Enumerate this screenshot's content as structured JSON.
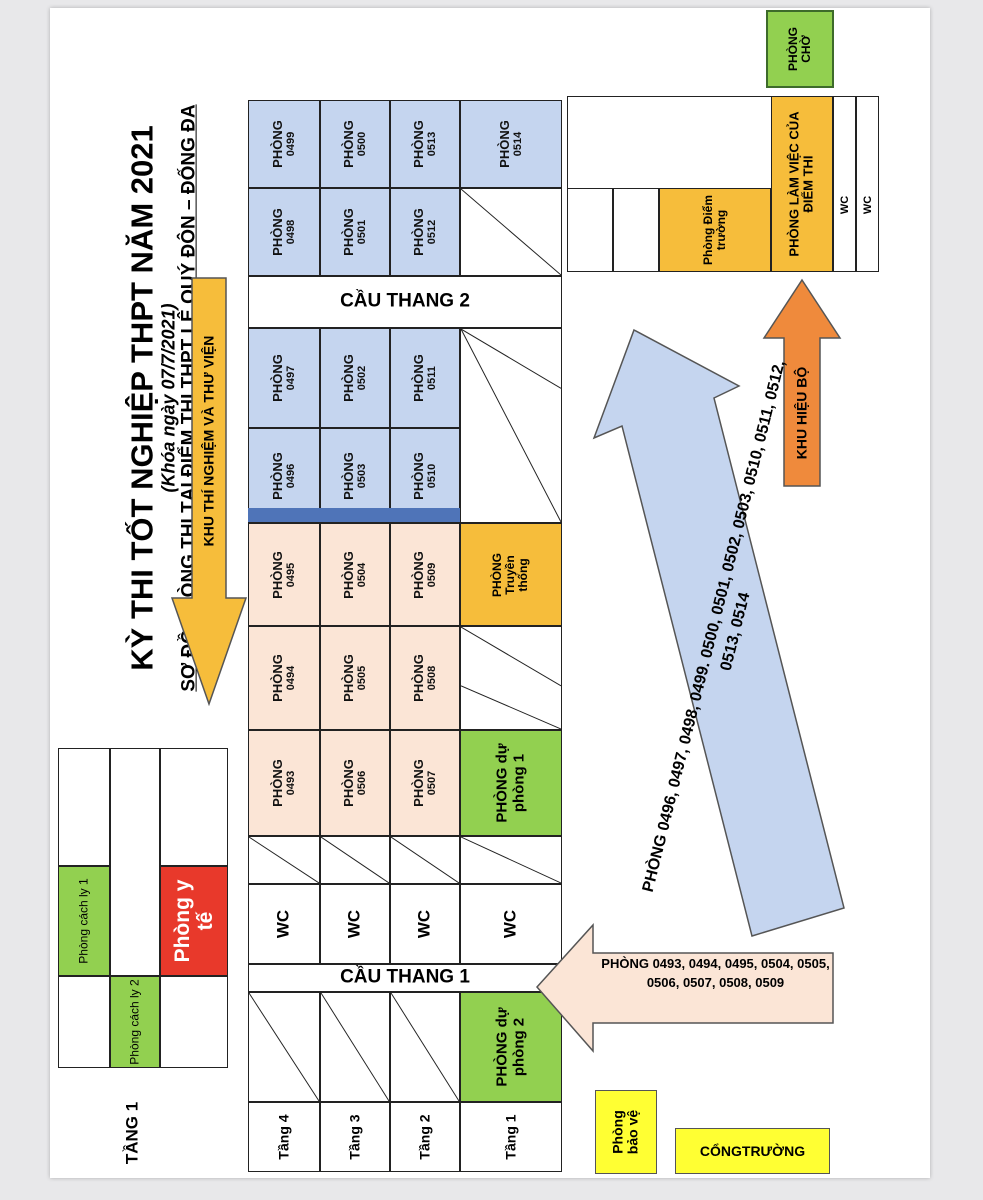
{
  "title": "KỲ THI TỐT NGHIỆP THPT NĂM 2021",
  "subtitle": "(Khóa ngày 07/7/2021)",
  "heading": "SƠ ĐỒ PHÒNG THI TẠI ĐIỂM THI THPT LÊ QUÝ ĐÔN – ĐỐNG ĐA",
  "zones": {
    "lab_library": "KHU THÍ NGHIỆM VÀ THƯ VIỆN",
    "admin": "KHU HIỆU BỘ"
  },
  "stairs": {
    "stair1": "CẦU THANG 1",
    "stair2": "CẦU THANG 2"
  },
  "floors": {
    "f4": "Tầng 4",
    "f3": "Tầng 3",
    "f2": "Tầng 2",
    "f1": "Tầng 1"
  },
  "wc": "WC",
  "room_word": "PHÒNG",
  "rooms": {
    "r0493": "0493",
    "r0494": "0494",
    "r0495": "0495",
    "r0496": "0496",
    "r0497": "0497",
    "r0498": "0498",
    "r0499": "0499",
    "r0500": "0500",
    "r0501": "0501",
    "r0502": "0502",
    "r0503": "0503",
    "r0504": "0504",
    "r0505": "0505",
    "r0506": "0506",
    "r0507": "0507",
    "r0508": "0508",
    "r0509": "0509",
    "r0510": "0510",
    "r0511": "0511",
    "r0512": "0512",
    "r0513": "0513",
    "r0514": "0514"
  },
  "special": {
    "reserve1": "PHÒNG dự phòng 1",
    "reserve2": "PHÒNG dự phòng 2",
    "media": "PHÒNG Truyền thống",
    "school_point": "Phòng Điểm trường",
    "workroom": "PHÒNG LÀM VIỆC CỦA ĐIỂM THI",
    "waiting": "PHÒNG CHỜ",
    "isolation1": "Phòng cách ly 1",
    "isolation2": "Phòng cách ly 2",
    "medical": "Phòng y tế",
    "security": "Phòng bảo vệ",
    "gate": "CỔNGTRƯỜNG"
  },
  "annex_floor": "TẦNG 1",
  "arrows": {
    "big": "PHÒNG  0496, 0497, 0498, 0499. 0500, 0501, 0502, 0503, 0510, 0511, 0512, 0513, 0514",
    "left": "PHÒNG 0493, 0494, 0495, 0504, 0505, 0506, 0507, 0508, 0509"
  },
  "colors": {
    "blue_rooms": "#c5d5ef",
    "peach_rooms": "#fbe5d6",
    "green": "#92d050",
    "orange": "#f6bd3b",
    "red": "#e8392b",
    "arrow_orange": "#ef8a3c",
    "yellow": "#ffff33"
  }
}
